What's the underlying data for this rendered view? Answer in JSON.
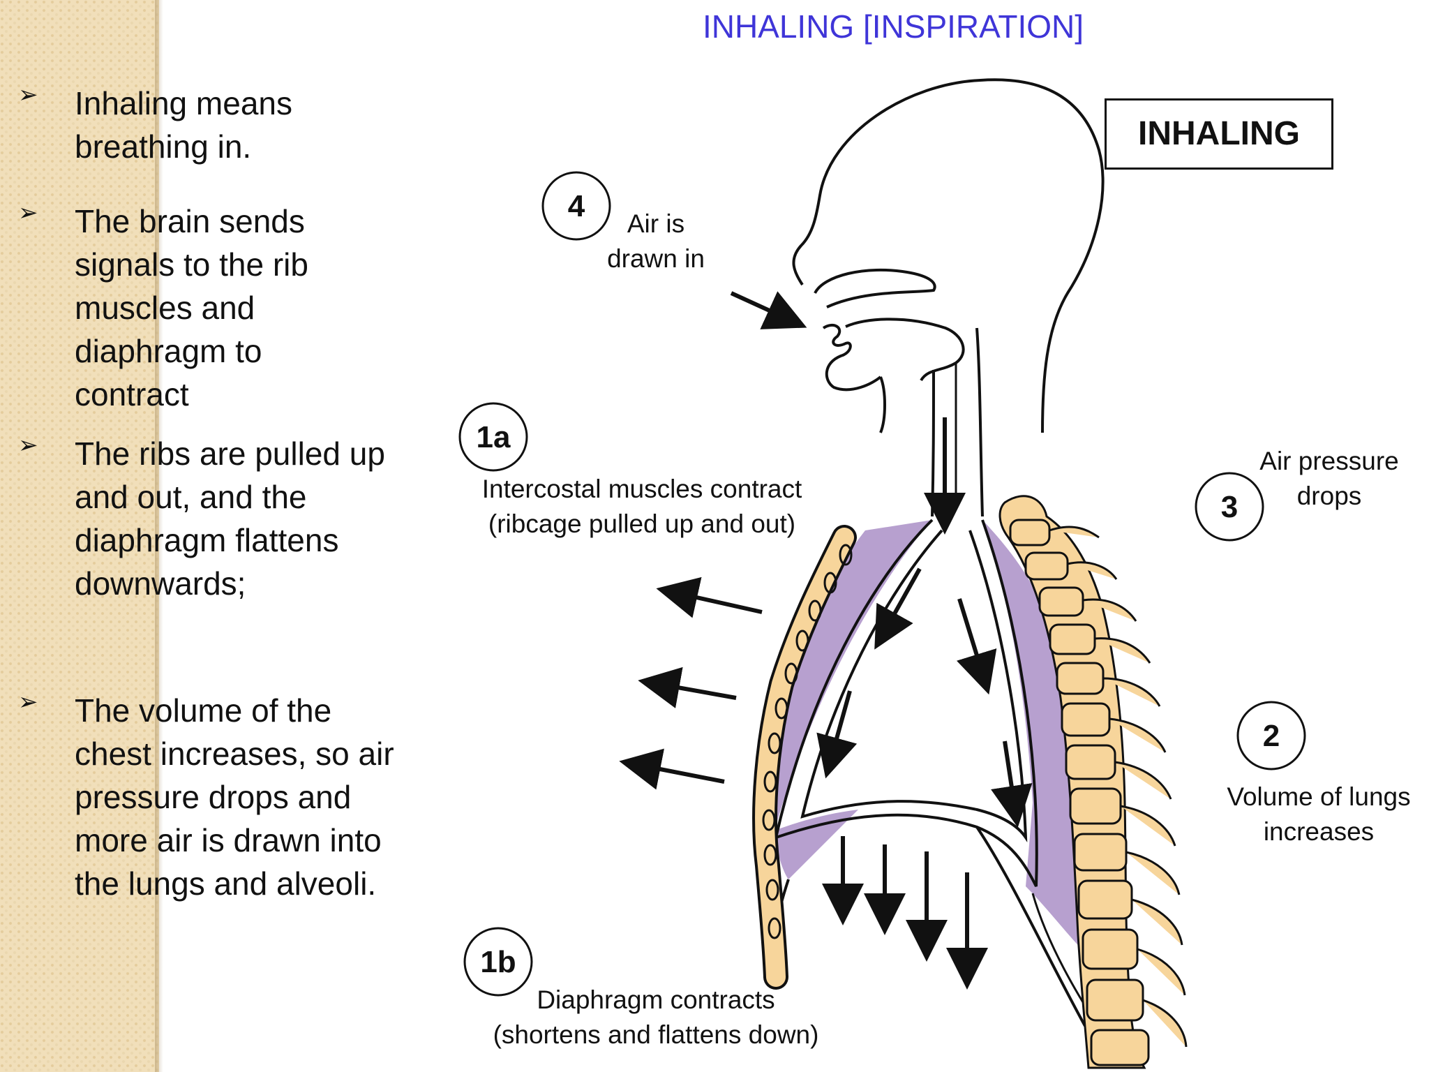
{
  "slide": {
    "title": "INHALING [INSPIRATION]",
    "title_color": "#3f35d8",
    "sidebar_color": "#f1dfba",
    "bullet_icon": "arrowhead-bullet-icon",
    "bullets": [
      {
        "text": "Inhaling means breathing in."
      },
      {
        "text": "The brain sends signals to the rib muscles and diaphragm to contract"
      },
      {
        "text": "The ribs are pulled up and out, and the diaphragm flattens downwards;"
      },
      {
        "text": "The volume of the chest increases, so air pressure drops and more air is drawn into the lungs and alveoli."
      }
    ]
  },
  "diagram": {
    "box_label": "INHALING",
    "colors": {
      "pleura": "#b7a0cf",
      "bone": "#f7d59b",
      "outline": "#111111"
    },
    "steps": [
      {
        "number": "4",
        "line1": "Air is",
        "line2": "drawn in"
      },
      {
        "number": "1a",
        "line1": "Intercostal muscles contract",
        "line2": "(ribcage pulled up and out)"
      },
      {
        "number": "3",
        "line1": "Air pressure",
        "line2": "drops"
      },
      {
        "number": "2",
        "line1": "Volume of lungs",
        "line2": "increases"
      },
      {
        "number": "1b",
        "line1": "Diaphragm contracts",
        "line2": "(shortens and flattens down)"
      }
    ]
  }
}
